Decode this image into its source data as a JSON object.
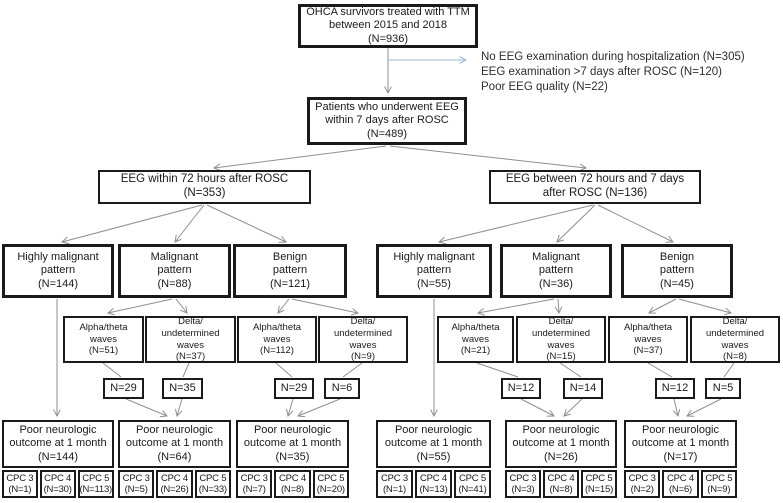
{
  "colors": {
    "box_border": "#1a1a1a",
    "flow_line": "#8f8f8f",
    "exclusion_arrow": "#9ab7dc",
    "background": "#ffffff"
  },
  "flowchart": {
    "root": "OHCA survivors treated with TTM\nbetween 2015 and 2018\n(N=936)",
    "exclusions": [
      "No EEG examination during hospitalization (N=305)",
      "EEG examination >7 days after ROSC (N=120)",
      "Poor EEG quality (N=22)"
    ],
    "screened": "Patients who underwent EEG\nwithin 7 days after ROSC\n(N=489)",
    "branches": [
      {
        "header": "EEG within 72 hours after ROSC\n(N=353)",
        "patterns": [
          "Highly malignant\npattern\n(N=144)",
          "Malignant\npattern\n(N=88)",
          "Benign\npattern\n(N=121)"
        ],
        "waves": [
          "Alpha/theta\nwaves\n(N=51)",
          "Delta/\nundetermined waves\n(N=37)",
          "Alpha/theta\nwaves\n(N=112)",
          "Delta/\nundetermined waves\n(N=9)"
        ],
        "counts": [
          "N=29",
          "N=35",
          "N=29",
          "N=6"
        ],
        "outcomes": [
          "Poor neurologic\noutcome at 1 month\n(N=144)",
          "Poor neurologic\noutcome at 1 month\n(N=64)",
          "Poor neurologic\noutcome at 1 month\n(N=35)"
        ],
        "cpc": [
          [
            "CPC 3\n(N=1)",
            "CPC 4\n(N=30)",
            "CPC 5\n(N=113)"
          ],
          [
            "CPC 3\n(N=5)",
            "CPC 4\n(N=26)",
            "CPC 5\n(N=33)"
          ],
          [
            "CPC 3\n(N=7)",
            "CPC 4\n(N=8)",
            "CPC 5\n(N=20)"
          ]
        ]
      },
      {
        "header": "EEG between 72 hours and 7 days\nafter ROSC (N=136)",
        "patterns": [
          "Highly malignant\npattern\n(N=55)",
          "Malignant\npattern\n(N=36)",
          "Benign\npattern\n(N=45)"
        ],
        "waves": [
          "Alpha/theta\nwaves\n(N=21)",
          "Delta/\nundetermined waves\n(N=15)",
          "Alpha/theta\nwaves\n(N=37)",
          "Delta/\nundetermined waves\n(N=8)"
        ],
        "counts": [
          "N=12",
          "N=14",
          "N=12",
          "N=5"
        ],
        "outcomes": [
          "Poor neurologic\noutcome at 1 month\n(N=55)",
          "Poor neurologic\noutcome at 1 month\n(N=26)",
          "Poor neurologic\noutcome at 1 month\n(N=17)"
        ],
        "cpc": [
          [
            "CPC 3\n(N=1)",
            "CPC 4\n(N=13)",
            "CPC 5\n(N=41)"
          ],
          [
            "CPC 3\n(N=3)",
            "CPC 4\n(N=8)",
            "CPC 5\n(N=15)"
          ],
          [
            "CPC 3\n(N=2)",
            "CPC 4\n(N=6)",
            "CPC 5\n(N=9)"
          ]
        ]
      }
    ]
  }
}
